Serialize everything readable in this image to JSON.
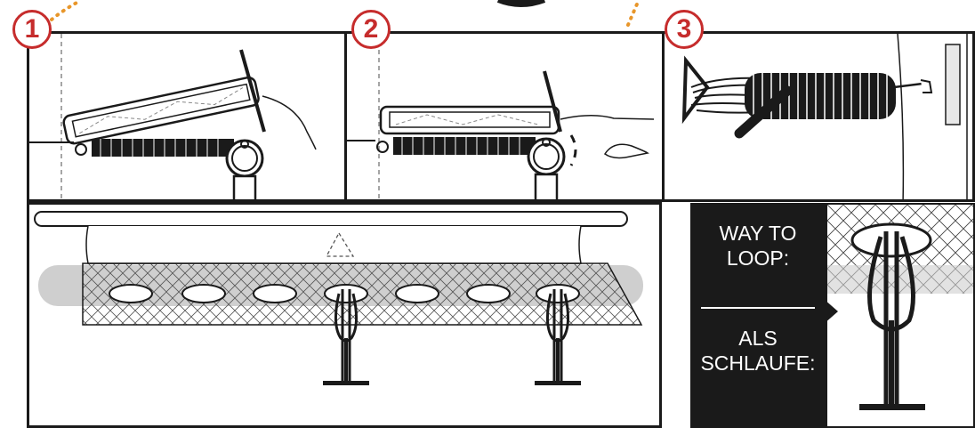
{
  "steps": [
    {
      "number": "1"
    },
    {
      "number": "2"
    },
    {
      "number": "3"
    }
  ],
  "loop_label": {
    "english": [
      "WAY TO",
      "LOOP:"
    ],
    "german": [
      "ALS",
      "SCHLAUFE:"
    ]
  },
  "colors": {
    "badge": "#c62c2c",
    "dotted_line": "#e8962a",
    "frame": "#1a1a1a",
    "mat_gray": "#cfcfcf"
  }
}
